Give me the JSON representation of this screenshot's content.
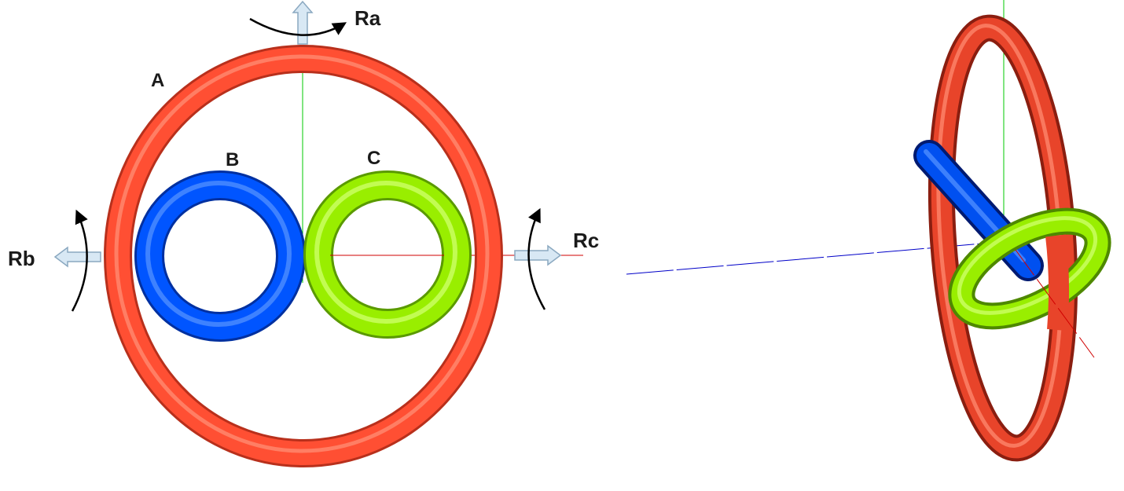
{
  "front_view": {
    "rings": [
      {
        "label": "A",
        "color": "#ff4f33",
        "role": "outer ring"
      },
      {
        "label": "B",
        "color": "#0055ff",
        "role": "left inner ring"
      },
      {
        "label": "C",
        "color": "#99ee00",
        "role": "right inner ring"
      }
    ],
    "rotations": [
      {
        "label": "Ra",
        "axis": "vertical"
      },
      {
        "label": "Rb",
        "axis": "horizontal-left"
      },
      {
        "label": "Rc",
        "axis": "horizontal-right"
      }
    ]
  },
  "colors": {
    "axis_vertical": "#00c800",
    "axis_horizontal": "#d00000",
    "axis_depth": "#0000c8",
    "arrow_fill": "#d8e8f4",
    "arrow_stroke": "#8aa8c0",
    "rotation_arrow": "#000000"
  },
  "icons": {
    "axis_arrow": "block-arrow",
    "rotation_arrow": "curved-arrow"
  }
}
